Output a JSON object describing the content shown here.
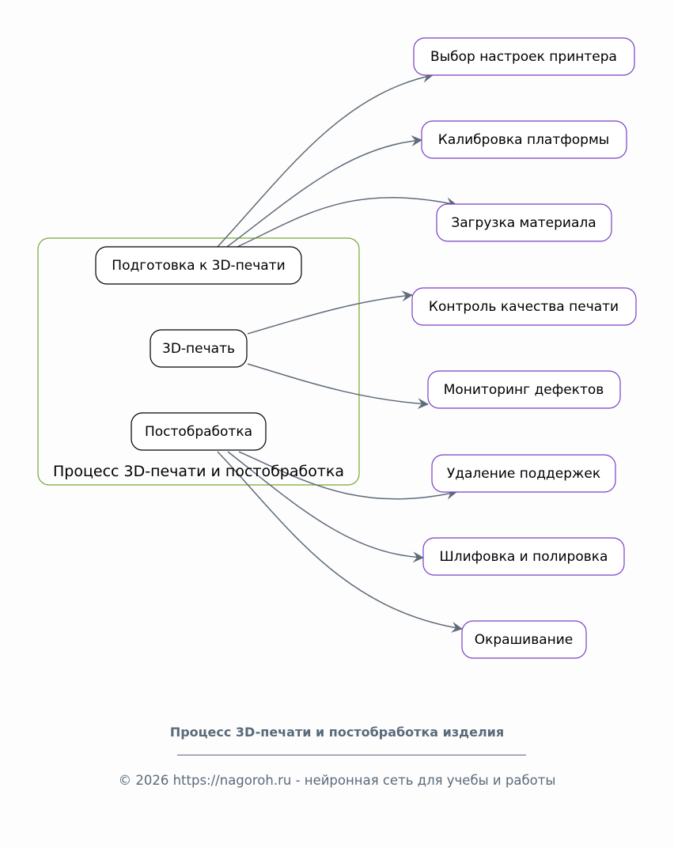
{
  "colors": {
    "edge": "#5e6b78",
    "inner_node_border": "#000000",
    "outer_node_border": "#7b3fc4",
    "cluster_border": "#77a830",
    "footer_text": "#5a6a7a"
  },
  "cluster": {
    "label": "Процесс 3D-печати и постобработка"
  },
  "inner_nodes": [
    {
      "id": "prep",
      "label": "Подготовка к 3D-печати"
    },
    {
      "id": "print",
      "label": "3D-печать"
    },
    {
      "id": "post",
      "label": "Постобработка"
    }
  ],
  "outer_nodes": [
    {
      "id": "o1",
      "label": "Выбор настроек принтера",
      "from": "prep"
    },
    {
      "id": "o2",
      "label": "Калибровка платформы",
      "from": "prep"
    },
    {
      "id": "o3",
      "label": "Загрузка материала",
      "from": "prep"
    },
    {
      "id": "o4",
      "label": "Контроль качества печати",
      "from": "print"
    },
    {
      "id": "o5",
      "label": "Мониторинг дефектов",
      "from": "print"
    },
    {
      "id": "o6",
      "label": "Удаление поддержек",
      "from": "post"
    },
    {
      "id": "o7",
      "label": "Шлифовка и полировка",
      "from": "post"
    },
    {
      "id": "o8",
      "label": "Окрашивание",
      "from": "post"
    }
  ],
  "footer": {
    "title": "Процесс 3D-печати и постобработка изделия",
    "copyright": "© 2026 https://nagoroh.ru - нейронная сеть для учебы и работы"
  }
}
